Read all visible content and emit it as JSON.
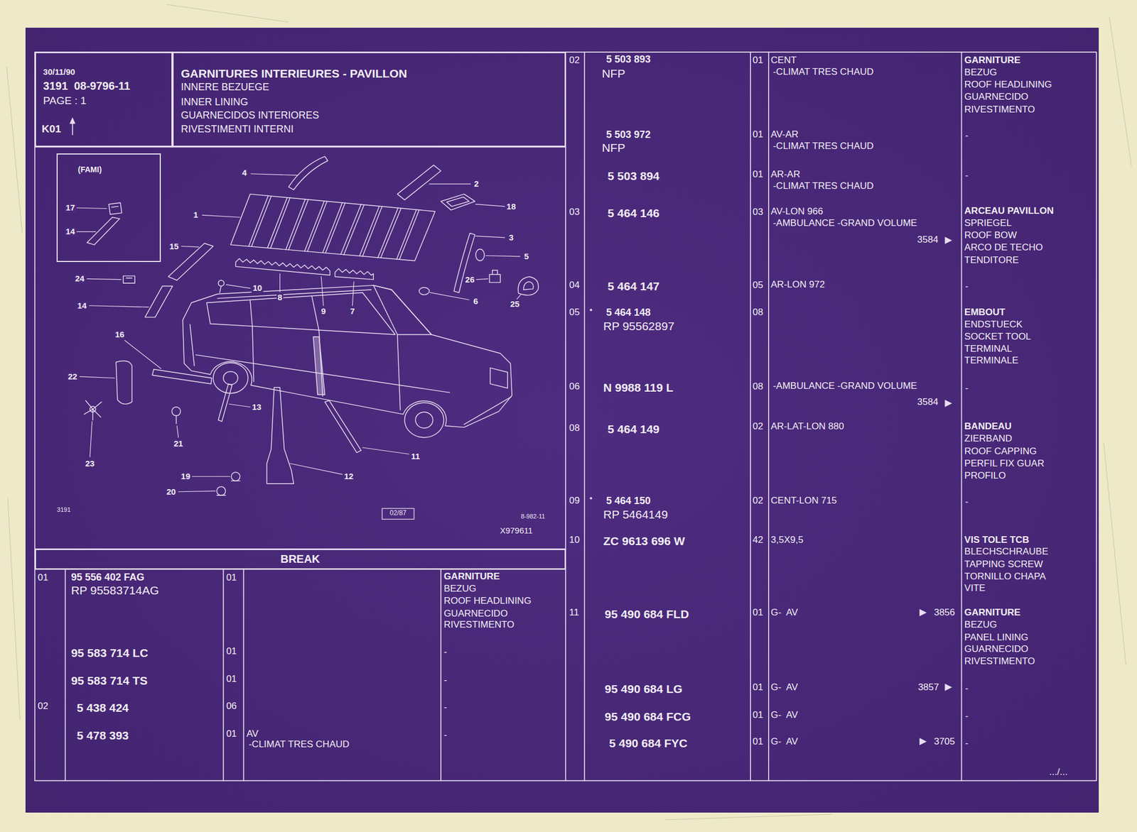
{
  "diagram": {
    "title": "GARNITURES INTERIEURES - PAVILLON",
    "nodes": [
      {
        "text": [
          "30/11/90",
          "3191  08-9796-11",
          "PAGE : 1",
          "K01"
        ]
      },
      {
        "text": [
          "INNERE BEZUEGE",
          "INNER LINING",
          "GUARNECIDOS INTERIORES",
          "RIVESTIMENTI INTERNI"
        ]
      },
      {
        "text": [
          "(FAMI)"
        ]
      },
      {
        "text": [
          "BREAK"
        ]
      }
    ],
    "labels": [
      "17",
      "14",
      "4",
      "2",
      "18",
      "1",
      "3",
      "15",
      "5",
      "24",
      "26",
      "10",
      "8",
      "6",
      "14",
      "25",
      "9",
      "7",
      "16",
      "22",
      "13",
      "21",
      "11",
      "23",
      "12",
      "19",
      "20",
      "3191",
      "02/87",
      "8-982-11",
      "X979611",
      "01",
      "95 556 402 FAG",
      "RP 95583714AG",
      "01",
      "GARNITURE",
      "BEZUG",
      "ROOF HEADLINING",
      "GUARNECIDO",
      "RIVESTIMENTO",
      "95 583 714 LC",
      "01",
      "-",
      "95 583 714 TS",
      "01",
      "-",
      "02",
      "5 438 424",
      "06",
      "-",
      "5 478 393",
      "01",
      "AV",
      "-CLIMAT TRES CHAUD",
      "-",
      "02",
      "5 503 893",
      "NFP",
      "01",
      "CENT",
      "-CLIMAT TRES CHAUD",
      "GARNITURE",
      "BEZUG",
      "ROOF HEADLINING",
      "GUARNECIDO",
      "RIVESTIMENTO",
      "5 503 972",
      "NFP",
      "01",
      "AV-AR",
      "-CLIMAT TRES CHAUD",
      "-",
      "5 503 894",
      "01",
      "AR-AR",
      "-CLIMAT TRES CHAUD",
      "-",
      "03",
      "5 464 146",
      "03",
      "AV-LON 966",
      "-AMBULANCE -GRAND VOLUME",
      "3584",
      "ARCEAU PAVILLON",
      "SPRIEGEL",
      "ROOF BOW",
      "ARCO DE TECHO",
      "TENDITORE",
      "04",
      "5 464 147",
      "05",
      "AR-LON 972",
      "-",
      "05",
      "5 464 148",
      "RP 95562897",
      "08",
      "EMBOUT",
      "ENDSTUECK",
      "SOCKET TOOL",
      "TERMINAL",
      "TERMINALE",
      "06",
      "N 9988 119 L",
      "08",
      "-AMBULANCE -GRAND VOLUME",
      "3584",
      "-",
      "08",
      "5 464 149",
      "02",
      "AR-LAT-LON 880",
      "BANDEAU",
      "ZIERBAND",
      "ROOF CAPPING",
      "PERFIL FIX GUAR",
      "PROFILO",
      "09",
      "5 464 150",
      "RP 5464149",
      "02",
      "CENT-LON 715",
      "-",
      "10",
      "ZC 9613 696 W",
      "42",
      "3,5X9,5",
      "VIS TOLE TCB",
      "BLECHSCHRAUBE",
      "TAPPING SCREW",
      "TORNILLO CHAPA",
      "VITE",
      "11",
      "95 490 684 FLD",
      "01",
      "G-  AV",
      "3856",
      "GARNITURE",
      "BEZUG",
      "PANEL LINING",
      "GUARNECIDO",
      "RIVESTIMENTO",
      "95 490 684 LG",
      "01",
      "G-  AV",
      "3857",
      "-",
      "95 490 684 FCG",
      "01",
      "G-  AV",
      "-",
      "5 490 684 FYC",
      "01",
      "G-  AV",
      "3705",
      "-",
      ".../..."
    ]
  }
}
